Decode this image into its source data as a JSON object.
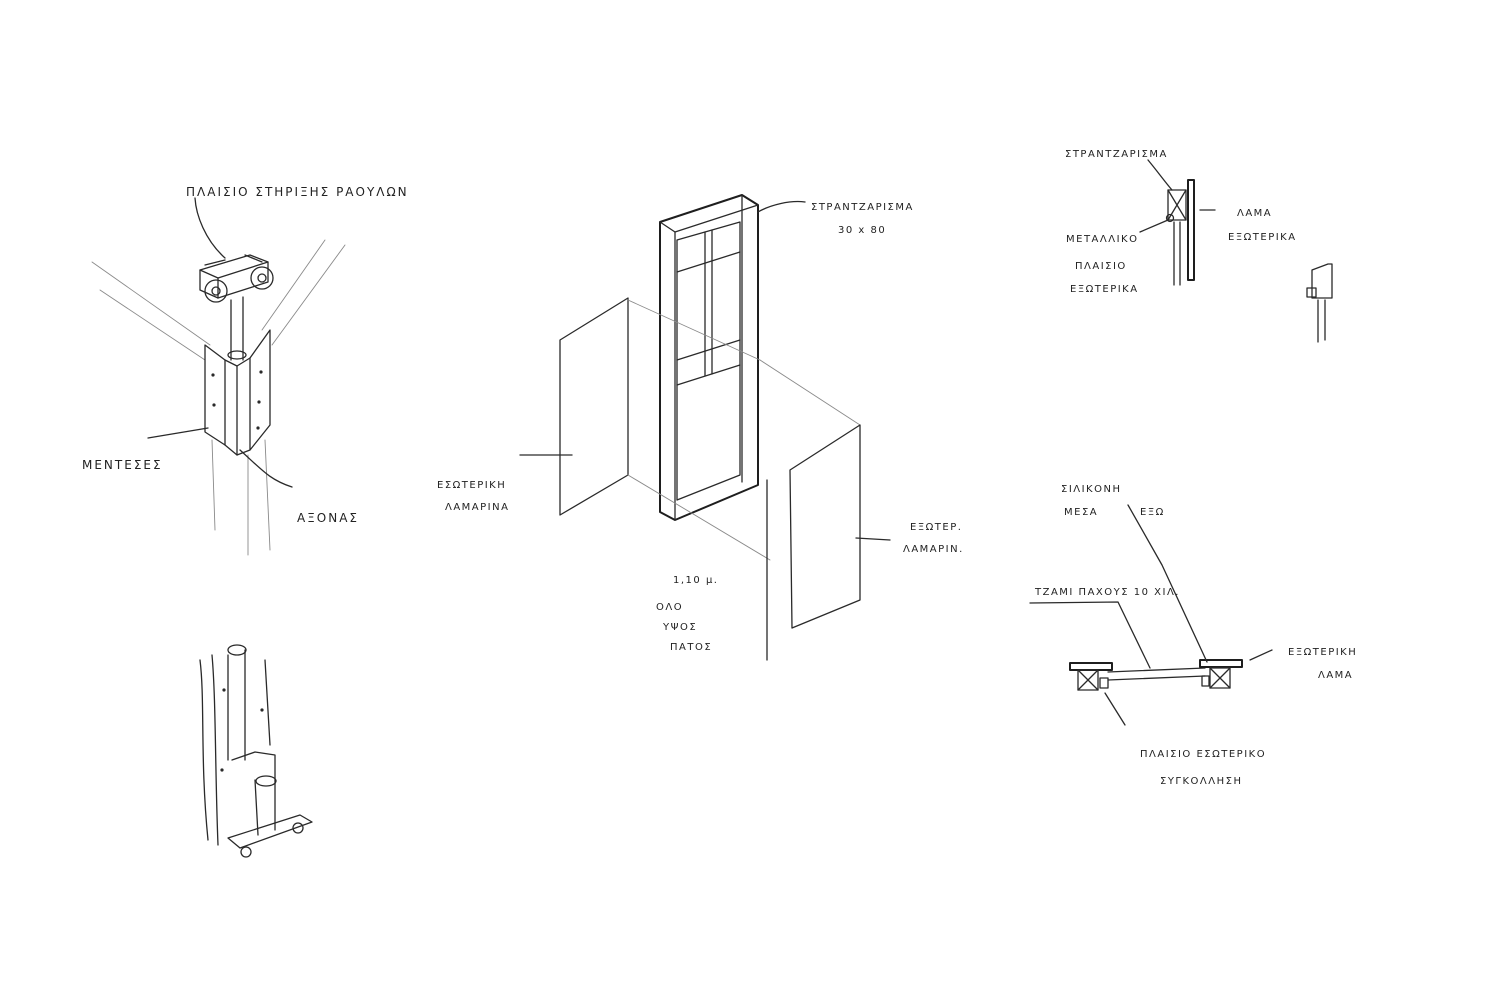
{
  "labels": {
    "roller_frame": "ΠΛΑΙΣΙΟ ΣΤΗΡΙΞΗΣ ΡΑΟΥΛΩΝ",
    "hinges": "ΜΕΝΤΕΣΕΣ",
    "axle": "ΑΞΟΝΑΣ",
    "inner_sheet": [
      "ΕΣΩΤΕΡΙΚΗ",
      "ΛΑΜΑΡΙΝΑ"
    ],
    "frame_timber": [
      "ΣΤΡΑΝΤΖΑΡΙΣΜΑ",
      "30 x 80"
    ],
    "outer_sheet": [
      "ΕΞΩΤΕΡ.",
      "ΛΑΜΑΡΙΝ."
    ],
    "dimension": [
      "1,10 μ.",
      "ΟΛΟ",
      "ΥΨΟΣ",
      "ΠΑΤΟΣ"
    ],
    "detail_frame": "ΣΤΡΑΝΤΖΑΡΙΣΜΑ",
    "outer_blade": [
      "ΛΑΜΑ",
      "ΕΞΩΤΕΡΙΚΑ"
    ],
    "metal_frame": [
      "ΜΕΤΑΛΛΙΚΟ",
      "ΠΛΑΙΣΙΟ",
      "ΕΞΩΤΕΡΙΚΑ"
    ],
    "silicone": [
      "ΣΙΛΙΚΟΝΗ",
      "ΜΕΣΑ",
      "ΕΞΩ"
    ],
    "glass": "ΤΖΑΜΙ ΠΑΧΟΥΣ 10 ΧΙΛ.",
    "outer_blade_2": [
      "ΕΞΩΤΕΡΙΚΗ",
      "ΛΑΜΑ"
    ],
    "inner_frame": [
      "ΠΛΑΙΣΙΟ ΕΣΩΤΕΡΙΚΟ",
      "ΣΥΓΚΟΛΛΗΣΗ"
    ]
  },
  "colors": {
    "ink": "#2a2a2a",
    "paper": "#ffffff"
  }
}
